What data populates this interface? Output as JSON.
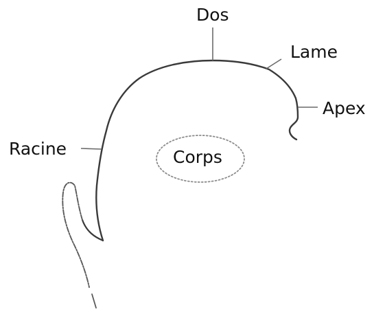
{
  "labels": {
    "dos": "Dos",
    "lame": "Lame",
    "apex": "Apex",
    "racine": "Racine",
    "corps": "Corps"
  },
  "colors": {
    "line": "#3a3a3a",
    "leader": "#6a6a6a",
    "corps_outline": "#8c8c8c",
    "text": "#111111"
  }
}
